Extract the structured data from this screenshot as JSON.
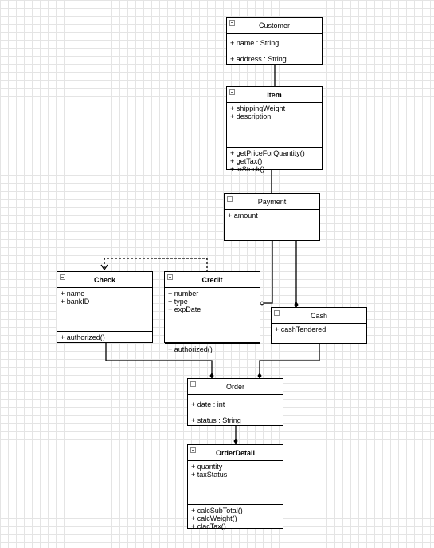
{
  "diagram": {
    "classes": [
      {
        "key": "customer",
        "name": "Customer",
        "bold": false,
        "sections": [
          {
            "rows": [
              "+ name : String",
              "+ address : String"
            ],
            "spaced": true
          }
        ]
      },
      {
        "key": "item",
        "name": "Item",
        "bold": true,
        "sections": [
          {
            "rows": [
              "+ shippingWeight",
              "+ description"
            ]
          },
          {
            "rows": [
              "+ getPriceForQuantity()",
              "+ getTax()",
              "+ inStock()"
            ]
          }
        ]
      },
      {
        "key": "payment",
        "name": "Payment",
        "bold": false,
        "sections": [
          {
            "rows": [
              "+ amount"
            ]
          }
        ]
      },
      {
        "key": "check",
        "name": "Check",
        "bold": true,
        "sections": [
          {
            "rows": [
              "+ name",
              "+ bankID"
            ]
          },
          {
            "rows": [
              "+ authorized()"
            ]
          }
        ]
      },
      {
        "key": "credit",
        "name": "Credit",
        "bold": true,
        "sections": [
          {
            "rows": [
              "+ number",
              "+ type",
              "+ expDate"
            ]
          },
          {
            "rows": [
              "+ authorized()"
            ]
          }
        ]
      },
      {
        "key": "cash",
        "name": "Cash",
        "bold": false,
        "sections": [
          {
            "rows": [
              "+ cashTendered"
            ]
          }
        ]
      },
      {
        "key": "order",
        "name": "Order",
        "bold": false,
        "sections": [
          {
            "rows": [
              "+ date : int",
              "+ status : String"
            ],
            "spaced": true
          }
        ]
      },
      {
        "key": "orderdetail",
        "name": "OrderDetail",
        "bold": true,
        "sections": [
          {
            "rows": [
              "+ quantity",
              "+ taxStatus"
            ]
          },
          {
            "rows": [
              "+ calcSubTotal()",
              "+ calcWeight()",
              "+ clacTax()"
            ]
          }
        ]
      }
    ]
  }
}
